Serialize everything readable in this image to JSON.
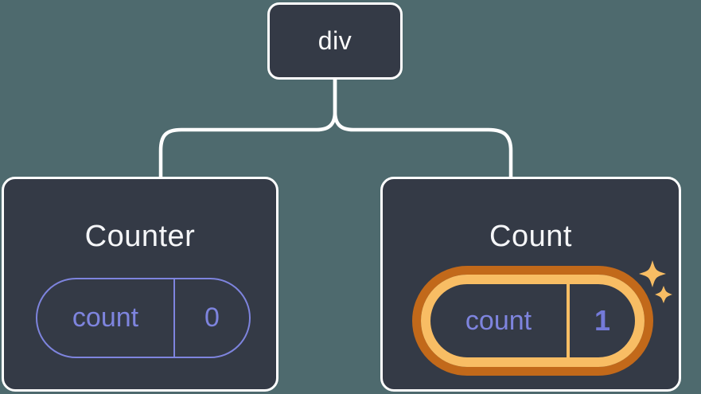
{
  "diagram": {
    "description": "React render tree diagram: a div root with two component cards",
    "root_node": {
      "label": "div"
    },
    "left_card": {
      "title": "Counter",
      "state_pill": {
        "key": "count",
        "value": "0"
      },
      "highlighted": false
    },
    "right_card": {
      "title": "Count",
      "state_pill": {
        "key": "count",
        "value": "1"
      },
      "highlighted": true
    }
  },
  "colors": {
    "background": "#4E6A6E",
    "card_bg": "#343A46",
    "card_border": "#FFFFFF",
    "connector": "#FFFFFF",
    "pill_purple": "#7E84DE",
    "value_bold_purple": "#747AD9",
    "highlight_ring_outer": "#C2691A",
    "highlight_ring_inner": "#F8BD64",
    "sparkle": "#F8BD64",
    "title_text": "#F5F6F8"
  }
}
